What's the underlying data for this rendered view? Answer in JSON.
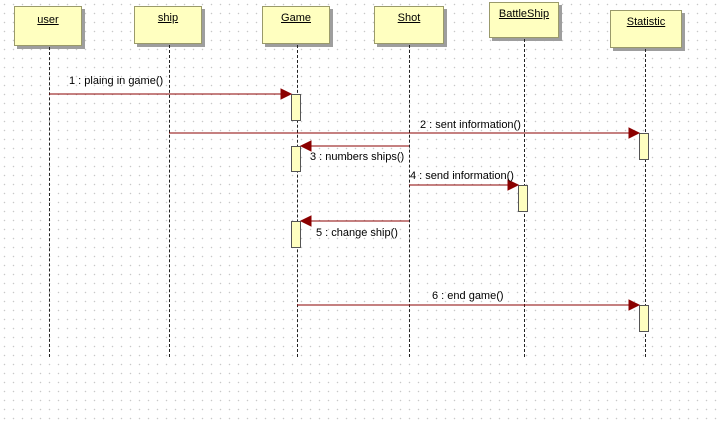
{
  "lifelines": [
    {
      "id": "user",
      "name": "user"
    },
    {
      "id": "ship",
      "name": "ship"
    },
    {
      "id": "game",
      "name": "Game"
    },
    {
      "id": "shot",
      "name": "Shot"
    },
    {
      "id": "battleship",
      "name": "BattleShip"
    },
    {
      "id": "statistic",
      "name": "Statistic"
    }
  ],
  "messages": [
    {
      "label": "1 : plaing in game()",
      "from": "user",
      "to": "game"
    },
    {
      "label": "2 : sent information()",
      "from": "ship",
      "to": "statistic"
    },
    {
      "label": "3 : numbers ships()",
      "from": "shot",
      "to": "game"
    },
    {
      "label": "4 : send information()",
      "from": "shot",
      "to": "battleship"
    },
    {
      "label": "5 : change ship()",
      "from": "shot",
      "to": "game"
    },
    {
      "label": "6 : end game()",
      "from": "game",
      "to": "statistic"
    }
  ],
  "colors": {
    "object_fill": "#ffffc0",
    "message_arrow": "#8b0000",
    "lifeline": "#222222"
  }
}
